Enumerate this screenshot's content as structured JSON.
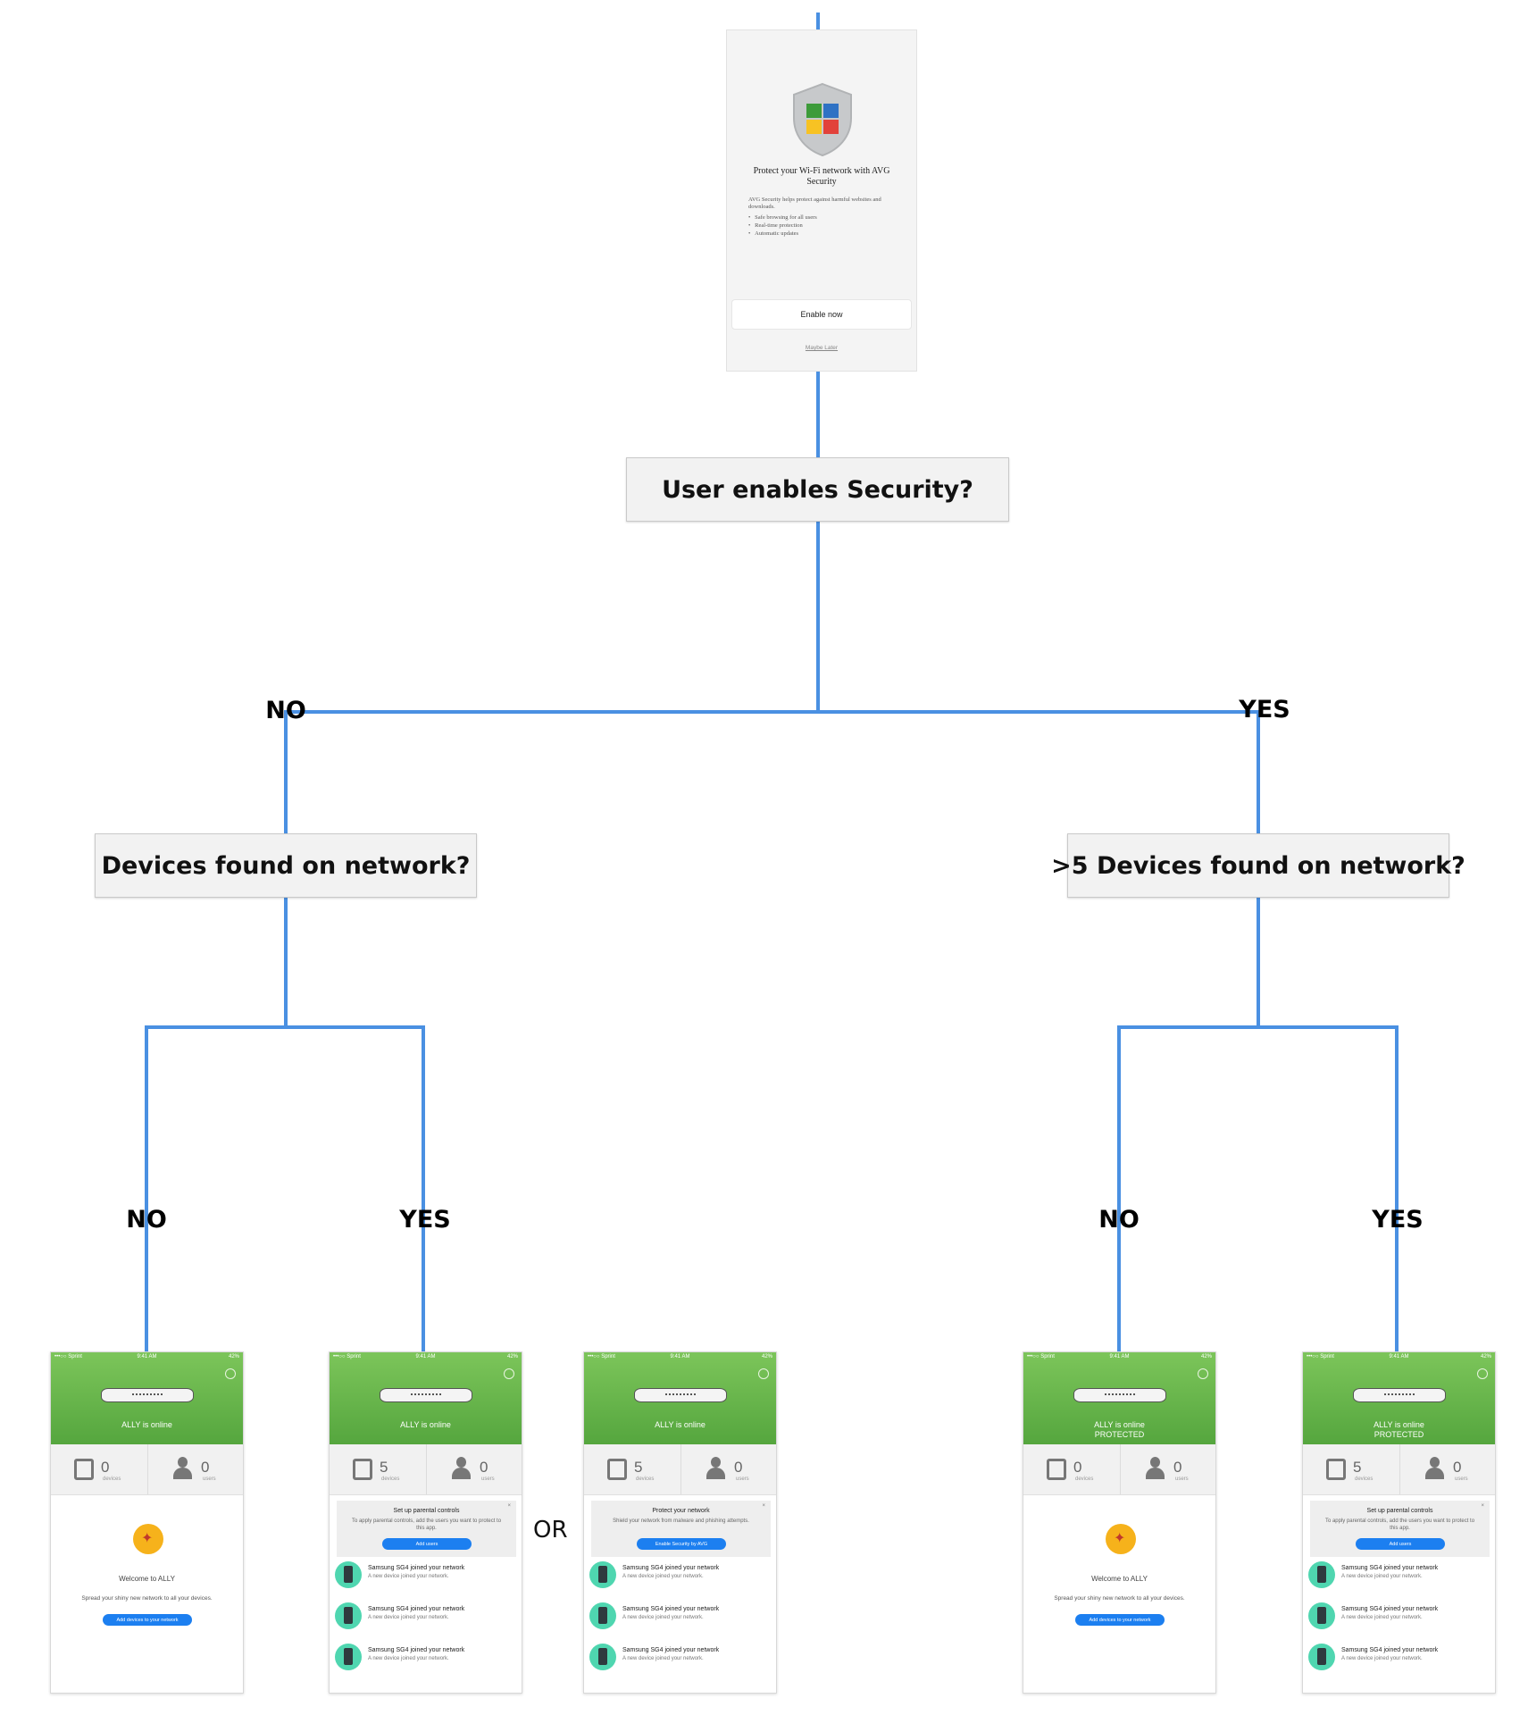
{
  "avg": {
    "title": "Protect your Wi-Fi network with AVG Security",
    "description": "AVG Security helps protect against harmful websites and downloads.",
    "bullets": [
      "Safe browsing for all users",
      "Real-time protection",
      "Automatic updates"
    ],
    "enable_label": "Enable now",
    "later_label": "Maybe Later"
  },
  "decisions": {
    "security": "User enables Security?",
    "devices": "Devices found on network?",
    "five_devices": ">5 Devices found on network?"
  },
  "edge_labels": {
    "no": "NO",
    "yes": "YES"
  },
  "or_label": "OR",
  "colors": {
    "connector": "#4a90e2",
    "header_green": "#5aaa41",
    "button_blue": "#1c7ff0",
    "device_teal": "#4fd6b0"
  },
  "status_bar": {
    "carrier": "•••○○ Sprint",
    "time": "9:41 AM",
    "battery": "42%"
  },
  "labels": {
    "devices": "devices",
    "users": "users"
  },
  "welcome": {
    "title": "Welcome to ALLY",
    "body": "Spread your shiny new network to all your devices.",
    "button": "Add devices to your network"
  },
  "cards": {
    "parental": {
      "title": "Set up parental controls",
      "body": "To apply parental controls, add the users you want to protect to this app.",
      "button": "Add users",
      "close": "×"
    },
    "security": {
      "title": "Protect your network",
      "body": "Shield your network from malware and phishing attempts.",
      "button": "Enable Security by AVG",
      "close": "×"
    }
  },
  "device_item": {
    "title": "Samsung SG4  joined your network",
    "sub": "A new device joined your network."
  },
  "phones": [
    {
      "status": "ALLY is online",
      "status2": "",
      "devices": "0",
      "users": "0"
    },
    {
      "status": "ALLY is online",
      "status2": "",
      "devices": "5",
      "users": "0"
    },
    {
      "status": "ALLY is online",
      "status2": "",
      "devices": "5",
      "users": "0"
    },
    {
      "status": "ALLY is online",
      "status2": "PROTECTED",
      "devices": "0",
      "users": "0"
    },
    {
      "status": "ALLY is online",
      "status2": "PROTECTED",
      "devices": "5",
      "users": "0"
    }
  ]
}
